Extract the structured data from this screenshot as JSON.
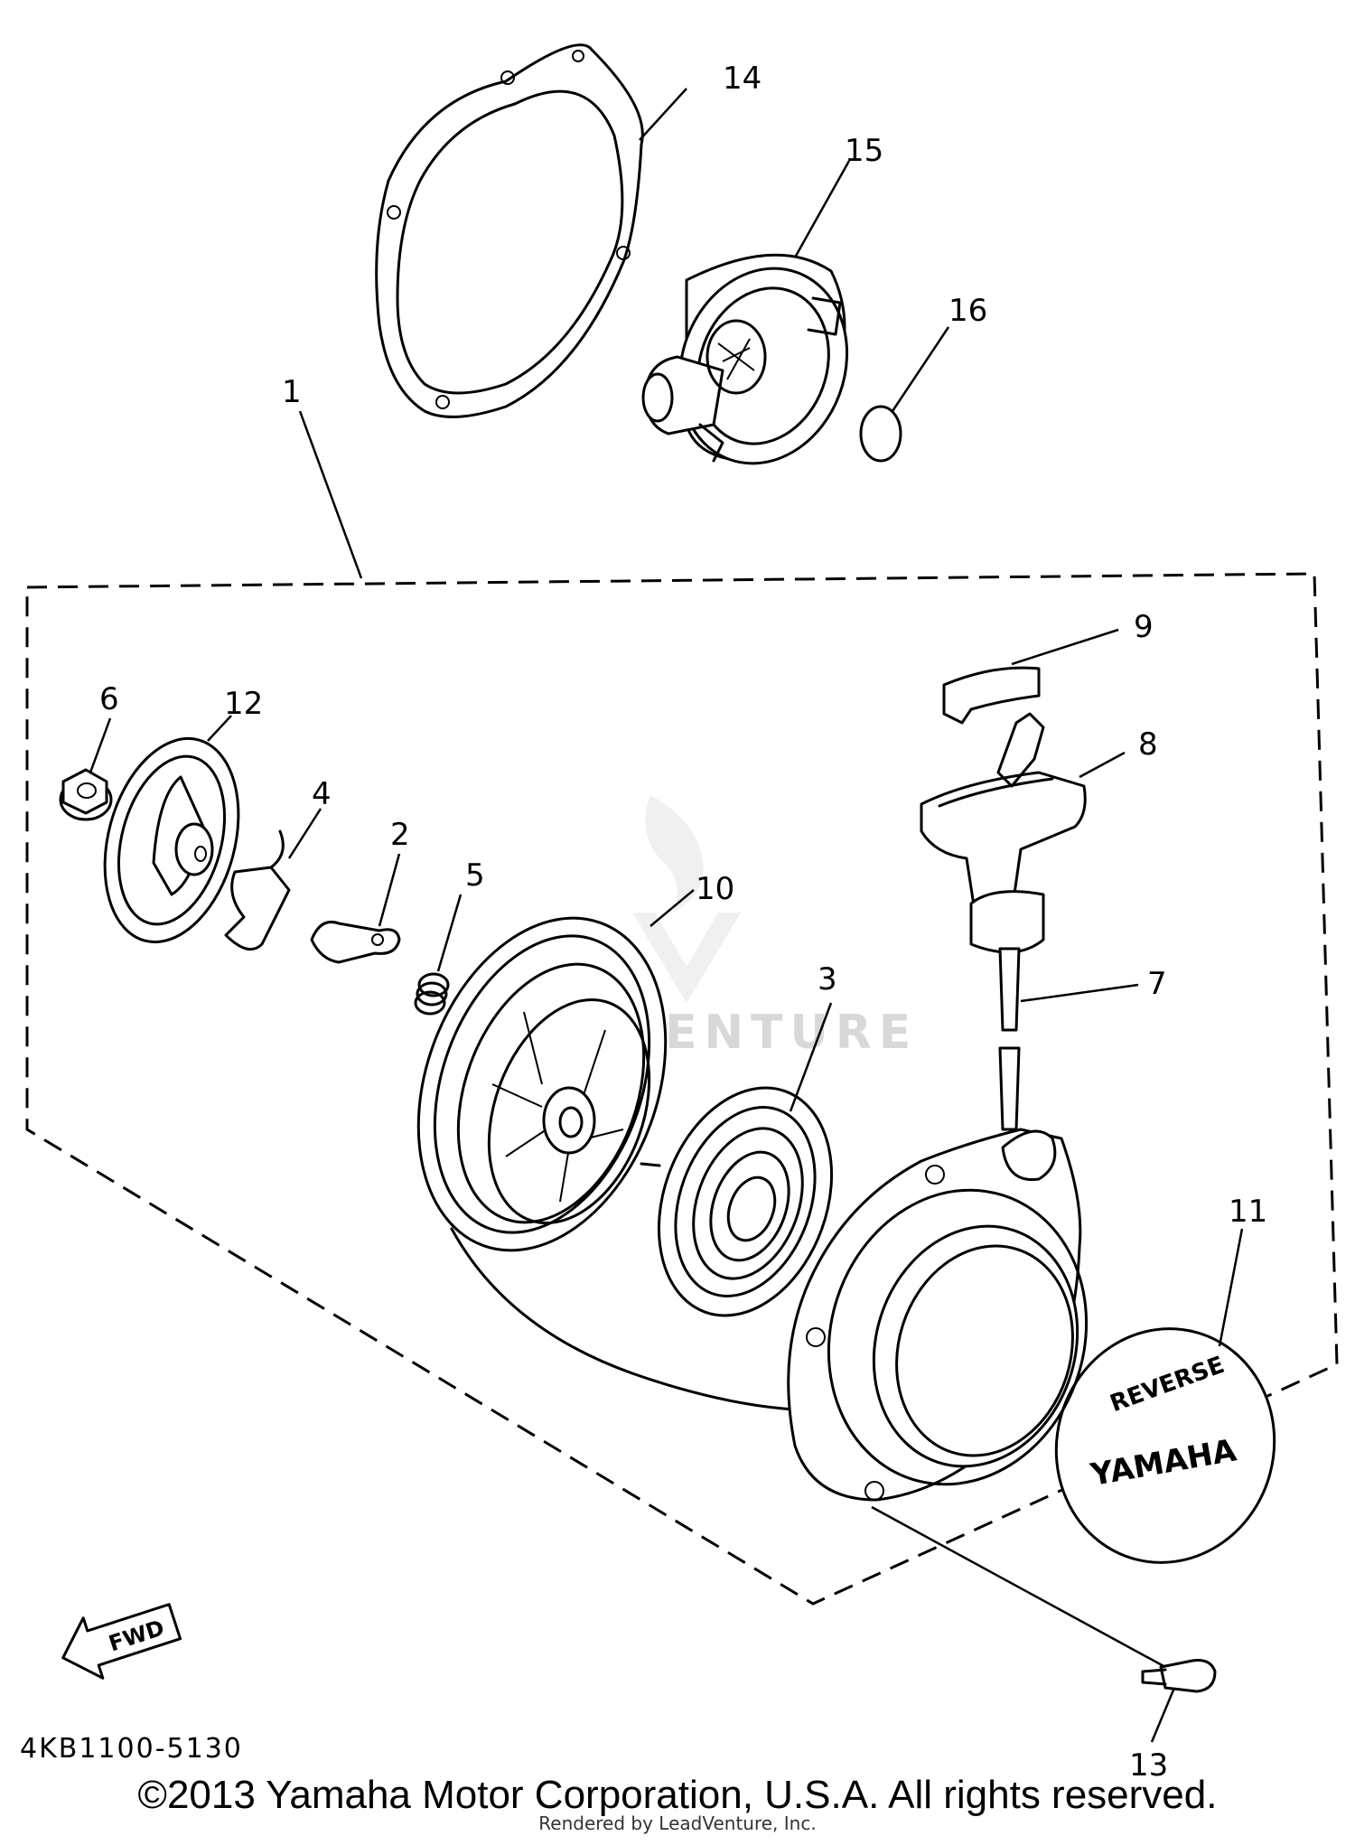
{
  "diagram": {
    "part_code": "4KB1100-5130",
    "direction_marker": "FWD",
    "watermark_text": "LEADVENTURE",
    "emblem_text": "YAMAHA",
    "emblem_subtext": "REVERSE",
    "callouts": [
      {
        "id": "1",
        "label": "1"
      },
      {
        "id": "2",
        "label": "2"
      },
      {
        "id": "3",
        "label": "3"
      },
      {
        "id": "4",
        "label": "4"
      },
      {
        "id": "5",
        "label": "5"
      },
      {
        "id": "6",
        "label": "6"
      },
      {
        "id": "7",
        "label": "7"
      },
      {
        "id": "8",
        "label": "8"
      },
      {
        "id": "9",
        "label": "9"
      },
      {
        "id": "10",
        "label": "10"
      },
      {
        "id": "11",
        "label": "11"
      },
      {
        "id": "12",
        "label": "12"
      },
      {
        "id": "13",
        "label": "13"
      },
      {
        "id": "14",
        "label": "14"
      },
      {
        "id": "15",
        "label": "15"
      },
      {
        "id": "16",
        "label": "16"
      }
    ]
  },
  "footer": {
    "copyright": "©2013 Yamaha Motor Corporation, U.S.A. All rights reserved.",
    "rendered_by": "Rendered by LeadVenture, Inc."
  },
  "colors": {
    "line": "#000000",
    "background": "#ffffff",
    "watermark": "#d8d8d8"
  }
}
